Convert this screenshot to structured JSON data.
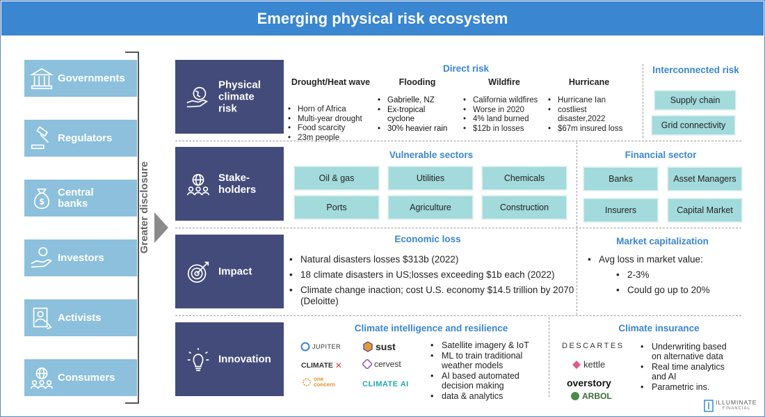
{
  "title": "Emerging physical risk ecosystem",
  "left_items": [
    {
      "label": "Governments",
      "icon": "bank-building-icon"
    },
    {
      "label": "Regulators",
      "icon": "gavel-icon"
    },
    {
      "label": "Central banks",
      "icon": "money-bag-icon"
    },
    {
      "label": "Investors",
      "icon": "hand-coin-icon"
    },
    {
      "label": "Activists",
      "icon": "person-document-icon"
    },
    {
      "label": "Consumers",
      "icon": "globe-people-icon"
    }
  ],
  "side_label": "Greater disclosure",
  "rows": {
    "physical": {
      "label": "Physical climate risk",
      "icon": "globe-hand-icon"
    },
    "stakeholders": {
      "label": "Stake-holders",
      "icon": "globe-people-icon"
    },
    "impact": {
      "label": "Impact",
      "icon": "target-arrow-icon"
    },
    "innovation": {
      "label": "Innovation",
      "icon": "lightbulb-icon"
    }
  },
  "direct_risk": {
    "header": "Direct risk",
    "columns": [
      {
        "title": "Drought/Heat wave",
        "items": [
          "Horn of Africa",
          "Multi-year drought",
          "Food scarcity",
          "23m people"
        ]
      },
      {
        "title": "Flooding",
        "items": [
          "Gabrielle, NZ",
          "Ex-tropical cyclone",
          "30% heavier rain"
        ]
      },
      {
        "title": "Wildfire",
        "items": [
          "California wildfires",
          "Worse in 2020",
          "4% land burned",
          "$12b in losses"
        ]
      },
      {
        "title": "Hurricane",
        "items": [
          "Hurricane Ian",
          "costliest disaster,2022",
          "$67m insured loss"
        ]
      }
    ]
  },
  "interconnected": {
    "header": "Interconnected risk",
    "items": [
      "Supply chain",
      "Grid connectivity"
    ]
  },
  "vulnerable": {
    "header": "Vulnerable sectors",
    "items": [
      "Oil & gas",
      "Utilities",
      "Chemicals",
      "Ports",
      "Agriculture",
      "Construction"
    ]
  },
  "financial": {
    "header": "Financial sector",
    "items": [
      "Banks",
      "Asset Managers",
      "Insurers",
      "Capital Market"
    ]
  },
  "economic_loss": {
    "header": "Economic loss",
    "items": [
      "Natural disasters losses $313b (2022)",
      "18 climate disasters in US;losses exceeding $1b each (2022)",
      "Climate change inaction; cost U.S. economy $14.5 trillion by 2070 (Deloitte)"
    ]
  },
  "market_cap": {
    "header": "Market capitalization",
    "item": "Avg loss in market value:",
    "subitems": [
      "2-3%",
      "Could go up to 20%"
    ]
  },
  "climate_intel": {
    "header": "Climate intelligence and resilience",
    "logos": [
      "JUPITER",
      "sust",
      "CLIMATE",
      "cervest",
      "one concern",
      "CLIMATE AI"
    ],
    "items": [
      "Satellite imagery & IoT",
      "ML to train traditional weather models",
      "AI based automated decision making",
      "data & analytics"
    ]
  },
  "climate_ins": {
    "header": "Climate insurance",
    "logos": [
      "DESCARTES",
      "kettle",
      "overstory",
      "ARBOL"
    ],
    "items": [
      "Underwriting based on alternative data",
      "Real time analytics and AI",
      "Parametric ins."
    ]
  },
  "footer": {
    "logo_line1": "ILLUMINATE",
    "logo_line2": "FINANCIAL"
  },
  "colors": {
    "title_bar": "#3a86d1",
    "row_box": "#434b7a",
    "left_item": "#8cc0dc",
    "cell": "#a3dadc",
    "header": "#3a86d1"
  }
}
